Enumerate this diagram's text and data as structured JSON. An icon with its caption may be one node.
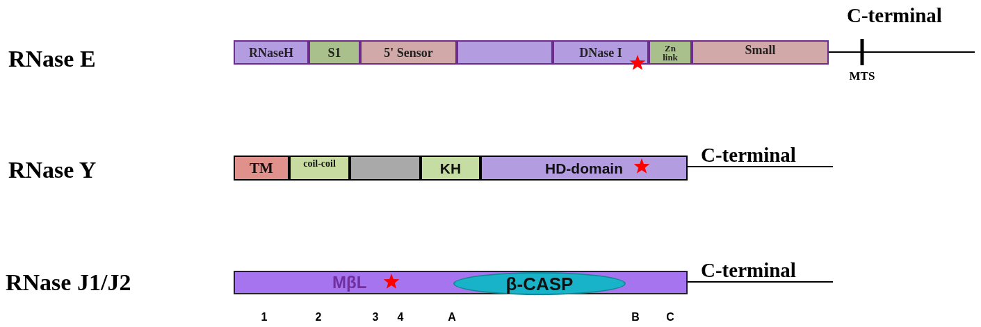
{
  "diagram": {
    "nodes": [
      {
        "text": [
          "RNaseH"
        ]
      },
      {
        "text": [
          "S1"
        ]
      },
      {
        "text": [
          "5' Sensor"
        ]
      },
      {
        "text": [],
        "shape": "box"
      },
      {
        "text": [
          "DNase I"
        ]
      },
      {
        "text": [
          "Zn link"
        ]
      },
      {
        "text": [
          "Small"
        ]
      },
      {
        "text": [
          "TM"
        ]
      },
      {
        "text": [
          "coil-coil"
        ]
      },
      {
        "text": [],
        "shape": "box"
      },
      {
        "text": [
          "KH"
        ]
      },
      {
        "text": [
          "HD-domain"
        ]
      },
      {
        "text": [
          "MβL"
        ]
      },
      {
        "text": [
          "β-CASP"
        ],
        "in": 12
      }
    ],
    "labels": [
      "RNase E",
      "C-terminal",
      "MTS",
      "RNase Y",
      "C-terminal",
      "RNase J1/J2",
      "C-terminal",
      "1",
      "2",
      "3",
      "4",
      "A",
      "B",
      "C"
    ]
  }
}
